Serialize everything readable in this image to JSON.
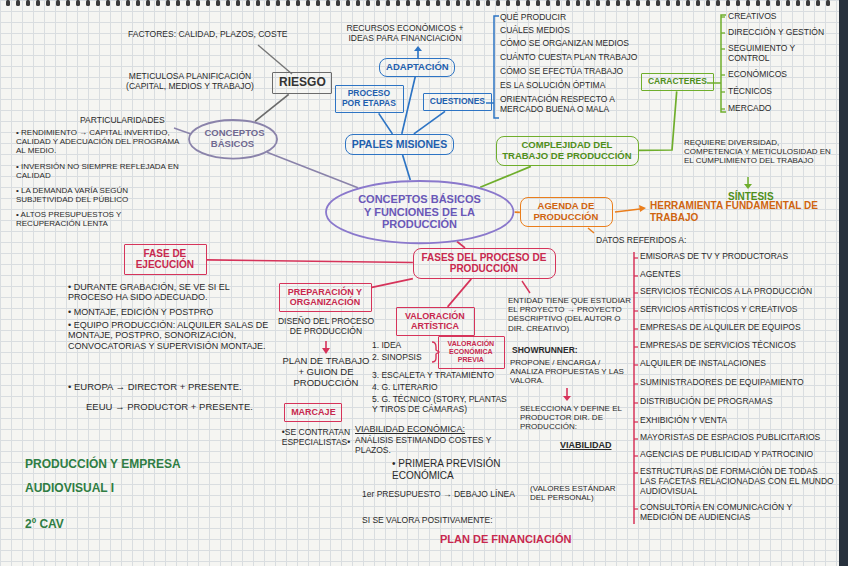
{
  "diagram": {
    "title": "PRODUCCIÓN Y EMPRESA AUDIOVISUAL I",
    "nodes": [
      {
        "text": [
          "RIESGO"
        ]
      },
      {
        "text": [
          "ADAPTACIÓN"
        ]
      },
      {
        "text": [
          "PROCESO POR ETAPAS"
        ]
      },
      {
        "text": [
          "CUESTIONES"
        ]
      },
      {
        "text": [
          "CARACTERES"
        ]
      },
      {
        "text": [
          "CONCEPTOS BÁSICOS"
        ]
      },
      {
        "text": [
          "PPALES MISIONES"
        ]
      },
      {
        "text": [
          "COMPLEJIDAD DEL TRABAJO DE PRODUCCIÓN"
        ]
      },
      {
        "text": [
          "CONCEPTOS BÁSICOS Y FUNCIONES DE LA PRODUCCIÓN"
        ]
      },
      {
        "text": [
          "AGENDA DE PRODUCCIÓN"
        ]
      },
      {
        "text": [
          "FASE DE EJECUCIÓN"
        ]
      },
      {
        "text": [
          "FASES DEL PROCESO DE PRODUCCIÓN"
        ]
      },
      {
        "text": [
          "PREPARACIÓN Y ORGANIZACIÓN"
        ]
      },
      {
        "text": [
          "VALORACIÓN ARTÍSTICA"
        ]
      },
      {
        "text": [
          "VALORACIÓN ECONÓMICA PREVIA"
        ]
      },
      {
        "text": [
          "MARCAJE"
        ]
      }
    ],
    "edges": [
      {
        "from": 8,
        "to": 5,
        "arrow": "none"
      },
      {
        "from": 5,
        "to": 0,
        "arrow": "none"
      },
      {
        "from": 8,
        "to": 6,
        "arrow": "none"
      },
      {
        "from": 6,
        "to": 2,
        "arrow": "none"
      },
      {
        "from": 6,
        "to": 1,
        "arrow": "none"
      },
      {
        "from": 6,
        "to": 3,
        "arrow": "none"
      },
      {
        "from": 8,
        "to": 7,
        "arrow": "none"
      },
      {
        "from": 7,
        "to": 4,
        "arrow": "none"
      },
      {
        "from": 8,
        "to": 9,
        "arrow": "none"
      },
      {
        "from": 8,
        "to": 11,
        "arrow": "none"
      },
      {
        "from": 11,
        "to": 10,
        "arrow": "none"
      },
      {
        "from": 11,
        "to": 12,
        "arrow": "none"
      },
      {
        "from": 11,
        "to": 13,
        "arrow": "none"
      }
    ],
    "labels": [
      "FACTORES: CALIDAD, PLAZOS, COSTE",
      "METICULOSA PLANIFICACIÓN (CAPITAL, MEDIOS Y TRABAJO)",
      "PARTICULARIDADES",
      "• RENDIMIENTO → CAPITAL INVERTIDO, CALIDAD Y ADECUACIÓN DEL PROGRAMA AL MEDIO.",
      "• INVERSIÓN NO SIEMPRE REFLEJADA EN CALIDAD",
      "• LA DEMANDA VARÍA SEGÚN SUBJETIVIDAD DEL PÚBLICO",
      "• ALTOS PRESUPUESTOS Y RECUPERACIÓN LENTA",
      "RECURSOS ECONÓMICOS + IDEAS PARA FINANCIACIÓN",
      "QUÉ PRODUCIR",
      "CUÁLES MEDIOS",
      "CÓMO SE ORGANIZAN MEDIOS",
      "CUÁNTO CUESTA PLAN TRABAJO",
      "CÓMO SE EFECTÚA TRABAJO",
      "ES LA SOLUCIÓN ÓPTIMA",
      "ORIENTACIÓN RESPECTO A MERCADO BUENA O MALA",
      "CREATIVOS",
      "DIRECCIÓN Y GESTIÓN",
      "SEGUIMIENTO Y CONTROL",
      "ECONÓMICOS",
      "TÉCNICOS",
      "MERCADO",
      "REQUIERE DIVERSIDAD, COMPETENCIA Y METICULOSIDAD EN EL CUMPLIMIENTO DEL TRABAJO",
      "SÍNTESIS",
      "HERRAMIENTA FUNDAMENTAL DE TRABAJO",
      "DATOS REFERIDOS A:",
      "EMISORAS DE TV Y PRODUCTORAS",
      "AGENTES",
      "SERVICIOS TÉCNICOS A LA PRODUCCIÓN",
      "SERVICIOS ARTÍSTICOS Y CREATIVOS",
      "EMPRESAS DE ALQUILER DE EQUIPOS",
      "EMPRESAS DE SERVICIOS TÉCNICOS",
      "ALQUILER DE INSTALACIONES",
      "SUMINISTRADORES DE EQUIPAMIENTO",
      "DISTRIBUCIÓN DE PROGRAMAS",
      "EXHIBICIÓN Y VENTA",
      "MAYORISTAS DE ESPACIOS PUBLICITARIOS",
      "AGENCIAS DE PUBLICIDAD Y PATROCINIO",
      "ESTRUCTURAS DE FORMACIÓN DE TODAS LAS FACETAS RELACIONADAS CON EL MUNDO AUDIOVISUAL",
      "CONSULTORÍA EN COMUNICACIÓN Y MEDICIÓN DE AUDIENCIAS",
      "• DURANTE GRABACIÓN, SE VE SI EL PROCESO HA SIDO ADECUADO.",
      "• MONTAJE, EDICIÓN Y POSTPRO",
      "• EQUIPO PRODUCCIÓN: ALQUILER SALAS DE MONTAJE, POSTPRO, SONORIZACIÓN, CONVOCATORIAS Y SUPERVISIÓN MONTAJE.",
      "• EUROPA → DIRECTOR + PRESENTE.",
      "EEUU → PRODUCTOR + PRESENTE.",
      "DISEÑO DEL PROCESO DE PRODUCCIÓN",
      "PLAN DE TRABAJO + GUION DE PRODUCCIÓN",
      "•SE CONTRATAN ESPECIALISTAS•",
      "ENTIDAD TIENE QUE ESTUDIAR EL PROYECTO → PROYECTO DESCRIPTIVO (DEL AUTOR O DIR. CREATIVO)",
      "1. IDEA",
      "2. SINOPSIS",
      "3. ESCALETA Y TRATAMIENTO",
      "4. G. LITERARIO",
      "5. G. TÉCNICO (STORY, PLANTAS Y TIROS DE CÁMARAS)",
      "SHOWRUNNER:",
      "PROPONE / ENCARGA / ANALIZA PROPUESTAS Y LAS VALORA.",
      "SELECCIONA Y DEFINE EL PRODUCTOR DIR. DE PRODUCCIÓN:",
      "VIABILIDAD",
      "VIABILIDAD ECONÓMICA:",
      "ANÁLISIS ESTIMANDO COSTES Y PLAZOS.",
      "• PRIMERA PREVISIÓN ECONÓMICA",
      "1er PRESUPUESTO → DEBAJO LÍNEA",
      "(VALORES ESTÁNDAR DEL PERSONAL)",
      "SI SE VALORA POSITIVAMENTE:",
      "PLAN DE FINANCIACIÓN",
      "2º CAV"
    ]
  }
}
